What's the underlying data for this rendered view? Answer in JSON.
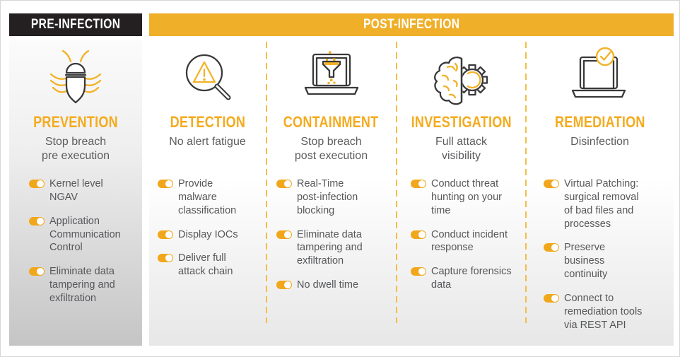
{
  "header": {
    "pre_label": "PRE-INFECTION",
    "post_label": "POST-INFECTION"
  },
  "colors": {
    "pre_header_bg": "#242021",
    "post_header_bg": "#EFAF29",
    "title_yellow": "#F4AB1E",
    "toggle_yellow": "#F1A71B",
    "divider_yellow": "#F4BE45",
    "body_text_gray": "#565759",
    "icon_dark": "#39393B"
  },
  "columns": [
    {
      "id": "prevention",
      "section": "pre",
      "icon": "bug-icon",
      "title": "PREVENTION",
      "subtitle": "Stop breach\npre execution",
      "bullets": [
        "Kernel level\nNGAV",
        "Application\nCommunication\nControl",
        "Eliminate data\ntampering and\nexfiltration"
      ]
    },
    {
      "id": "detection",
      "section": "post",
      "icon": "magnifier-alert-icon",
      "title": "DETECTION",
      "subtitle": "No alert fatigue",
      "bullets": [
        "Provide\nmalware\nclassification",
        "Display IOCs",
        "Deliver full\nattack chain"
      ]
    },
    {
      "id": "containment",
      "section": "post",
      "icon": "laptop-funnel-icon",
      "title": "CONTAINMENT",
      "subtitle": "Stop breach\npost execution",
      "bullets": [
        "Real-Time\npost-infection\nblocking",
        "Eliminate data\ntampering and\nexfiltration",
        "No dwell time"
      ]
    },
    {
      "id": "investigation",
      "section": "post",
      "icon": "brain-gear-icon",
      "title": "INVESTIGATION",
      "subtitle": "Full attack\nvisibility",
      "bullets": [
        "Conduct threat\nhunting on your\ntime",
        "Conduct incident\nresponse",
        "Capture forensics\ndata"
      ]
    },
    {
      "id": "remediation",
      "section": "post",
      "icon": "laptop-check-icon",
      "title": "REMEDIATION",
      "subtitle": "Disinfection",
      "bullets": [
        "Virtual Patching:\nsurgical removal\nof bad files and\nprocesses",
        "Preserve\nbusiness\ncontinuity",
        "Connect to\nremediation tools\nvia REST API"
      ]
    }
  ]
}
